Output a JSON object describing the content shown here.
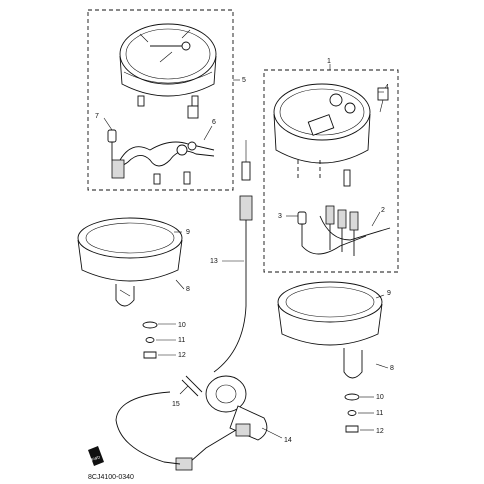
{
  "labels": {
    "p1": "1",
    "p2": "2",
    "p3": "3",
    "p4": "4",
    "p5": "5",
    "p6": "6",
    "p7": "7",
    "p8a": "8",
    "p8b": "8",
    "p9a": "9",
    "p9b": "9",
    "p10a": "10",
    "p10b": "10",
    "p11a": "11",
    "p11b": "11",
    "p12a": "12",
    "p12b": "12",
    "p13": "13",
    "p14": "14",
    "p15": "15"
  },
  "code": "8CJ4100-0340",
  "fwd_label": "FWD"
}
